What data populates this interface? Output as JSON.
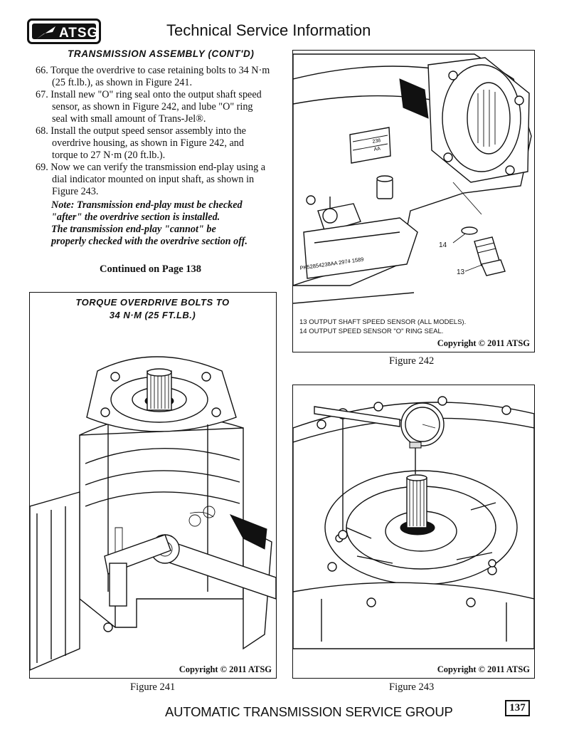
{
  "header": {
    "logo_text": "ATSG",
    "title": "Technical Service Information"
  },
  "section_title": "TRANSMISSION ASSEMBLY (CONT'D)",
  "steps": [
    "66. Torque the overdrive to case retaining bolts to 34 N·m  (25 ft.lb.), as shown in Figure 241.",
    "67. Install new \"O\" ring seal onto the output shaft speed sensor, as shown in Figure 242, and lube \"O\" ring seal with small amount of Trans-Jel®.",
    "68. Install the output speed sensor assembly into the overdrive housing, as shown in Figure 242, and torque to 27 N·m (20 ft.lb.).",
    "69. Now we can verify the transmission end-play using a dial indicator mounted on input shaft, as shown in Figure 243."
  ],
  "note_lines": [
    "Note: Transmission end-play must be checked",
    "\"after\" the overdrive section is installed.",
    "The transmission end-play \"cannot\" be",
    "properly checked with the overdrive section off."
  ],
  "continued": "Continued on Page 138",
  "figure241": {
    "title_line1": "TORQUE OVERDRIVE BOLTS TO",
    "title_line2": "34 N·M (25 FT.LB.)",
    "copyright": "Copyright © 2011 ATSG",
    "caption": "Figure 241"
  },
  "figure242": {
    "callout_14": "14",
    "callout_13": "13",
    "label_top": "238",
    "label_aa": "AA",
    "legend": [
      "13  OUTPUT SHAFT SPEED SENSOR  (ALL MODELS).",
      "14  OUTPUT SPEED SENSOR \"O\" RING SEAL."
    ],
    "copyright": "Copyright © 2011 ATSG",
    "caption": "Figure 242"
  },
  "figure243": {
    "copyright": "Copyright © 2011 ATSG",
    "caption": "Figure 243"
  },
  "footer": {
    "text": "AUTOMATIC TRANSMISSION SERVICE GROUP",
    "page_number": "137"
  }
}
